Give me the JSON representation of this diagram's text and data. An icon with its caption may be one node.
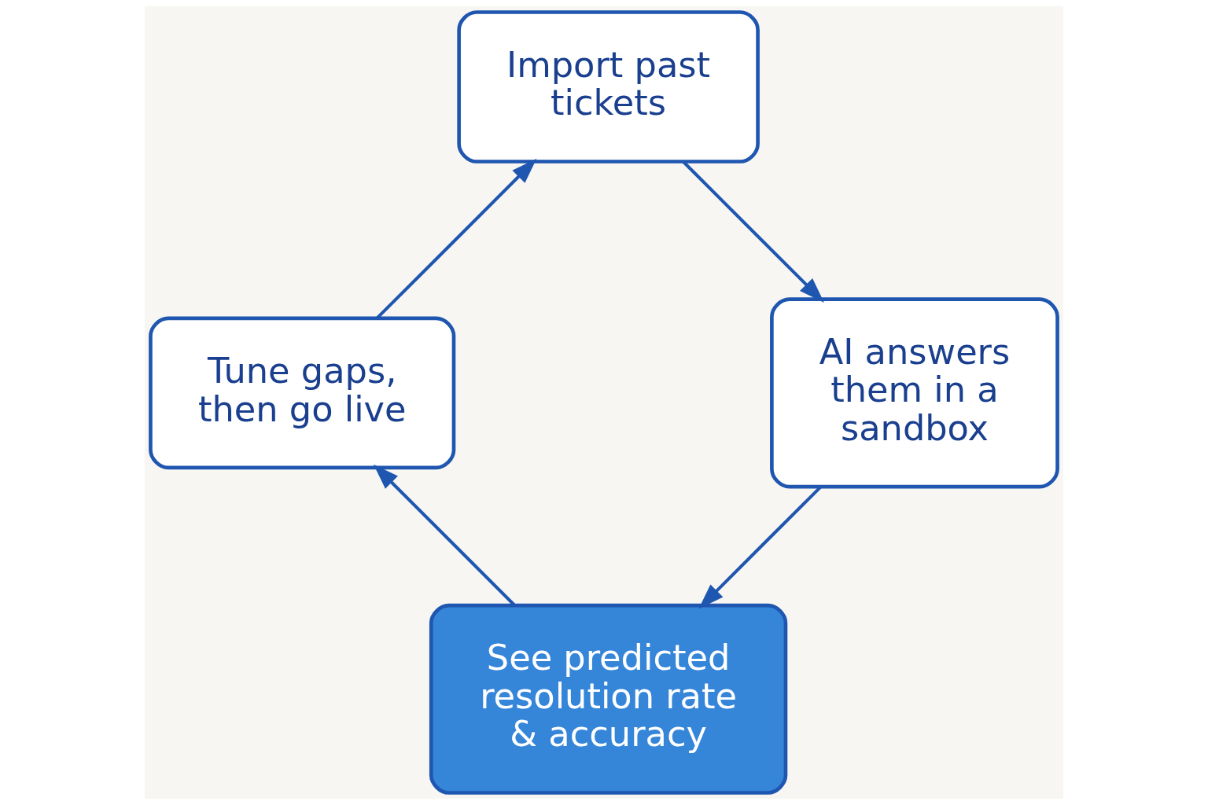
{
  "diagram": {
    "nodes": [
      {
        "text": [
          "Import past tickets"
        ]
      },
      {
        "text": [
          "AI answers them in a sandbox"
        ]
      },
      {
        "text": [
          "See predicted resolution rate & accuracy"
        ]
      },
      {
        "text": [
          "Tune gaps, then go live"
        ]
      }
    ],
    "edges": [
      {
        "from": 0,
        "to": 1,
        "arrow": "to"
      },
      {
        "from": 1,
        "to": 2,
        "arrow": "to"
      },
      {
        "from": 2,
        "to": 3,
        "arrow": "to"
      },
      {
        "from": 3,
        "to": 0,
        "arrow": "to"
      }
    ]
  }
}
